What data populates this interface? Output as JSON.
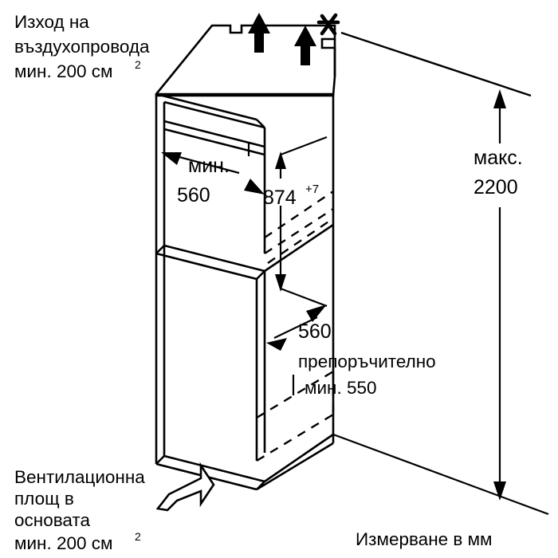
{
  "diagram": {
    "type": "appliance-installation-niche-drawing",
    "units_caption": "Измерване в мм",
    "labels": {
      "air_outlet": {
        "line1": "Изход на",
        "line2": "въздухопровода",
        "line3_prefix": "мин. 200 см",
        "line3_sup": "2"
      },
      "base_ventilation": {
        "line1": "Вентилационна",
        "line2": "площ в",
        "line3": "основата",
        "line4_prefix": "мин. 200 см",
        "line4_sup": "2"
      },
      "niche_width": {
        "line1": "мин.",
        "line2": "560"
      },
      "niche_height": {
        "value": "874",
        "tolerance": "+7"
      },
      "max_height": {
        "line1": "макс.",
        "line2": "2200"
      },
      "depth": {
        "line1": "560",
        "line2": "препоръчително",
        "line3": "мин. 550"
      }
    },
    "icons": {
      "airflow_up_left": "arrow-up-icon",
      "airflow_up_right": "arrow-up-icon",
      "no-obstruction": "cross-mark-icon",
      "base_intake": "bent-arrow-up-right-icon"
    },
    "colors": {
      "line": "#000000",
      "background": "#ffffff"
    }
  }
}
